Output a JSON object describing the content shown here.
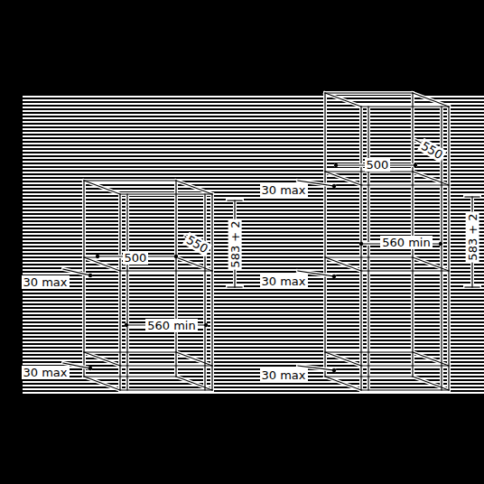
{
  "diagram": {
    "labels": [
      "550",
      "500",
      "30 max",
      "583 + 2",
      "560 min",
      "30 max",
      "30 max",
      "583 + 2",
      "550",
      "500",
      "30 max",
      "560 min",
      "30 max"
    ]
  }
}
